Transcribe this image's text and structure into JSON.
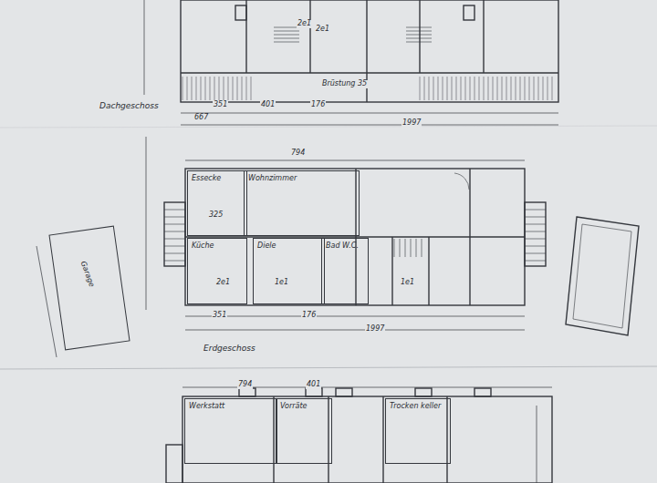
{
  "diagram": {
    "nodes": [
      {
        "text": [
          "Essecke"
        ]
      },
      {
        "text": [
          "Wohnzimmer"
        ]
      },
      {
        "text": [
          "Küche"
        ]
      },
      {
        "text": [
          "Diele"
        ]
      },
      {
        "text": [
          "Bad W.C."
        ]
      },
      {
        "text": [
          "Garage"
        ]
      },
      {
        "text": [
          "Werkstatt"
        ]
      },
      {
        "text": [
          "Vorräte"
        ]
      },
      {
        "text": [
          "Trocken keller"
        ]
      }
    ],
    "labels": [
      "Dachgeschoss",
      "Erdgeschoss",
      "Brüstung 35",
      "667",
      "351",
      "401",
      "176",
      "1997",
      "794",
      "325",
      "351",
      "176",
      "1997",
      "794",
      "401",
      "2e1",
      "2e1",
      "2e1",
      "1e1",
      "1e1"
    ]
  }
}
